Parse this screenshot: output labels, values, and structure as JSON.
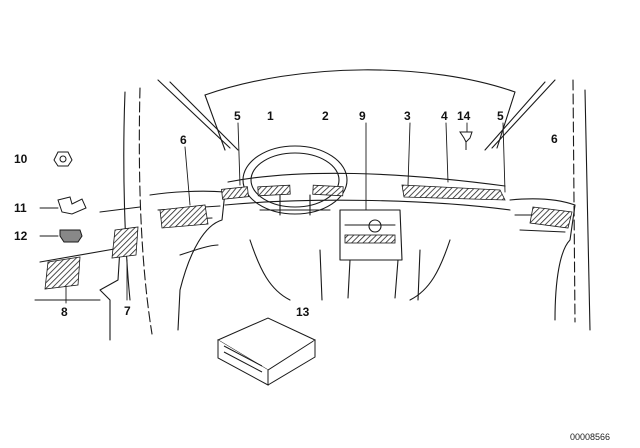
{
  "diagram": {
    "colors": {
      "line": "#1a1a1a",
      "hatch": "#222222",
      "background": "#ffffff"
    },
    "callouts": [
      {
        "id": "c1",
        "label": "1"
      },
      {
        "id": "c2",
        "label": "2"
      },
      {
        "id": "c3",
        "label": "3"
      },
      {
        "id": "c4",
        "label": "4"
      },
      {
        "id": "c5a",
        "label": "5"
      },
      {
        "id": "c5b",
        "label": "5"
      },
      {
        "id": "c6a",
        "label": "6"
      },
      {
        "id": "c6b",
        "label": "6"
      },
      {
        "id": "c7",
        "label": "7"
      },
      {
        "id": "c8",
        "label": "8"
      },
      {
        "id": "c9",
        "label": "9"
      },
      {
        "id": "c10",
        "label": "10"
      },
      {
        "id": "c11",
        "label": "11"
      },
      {
        "id": "c12",
        "label": "12"
      },
      {
        "id": "c13",
        "label": "13"
      },
      {
        "id": "c14",
        "label": "14"
      }
    ],
    "reference_number": "00008566"
  }
}
